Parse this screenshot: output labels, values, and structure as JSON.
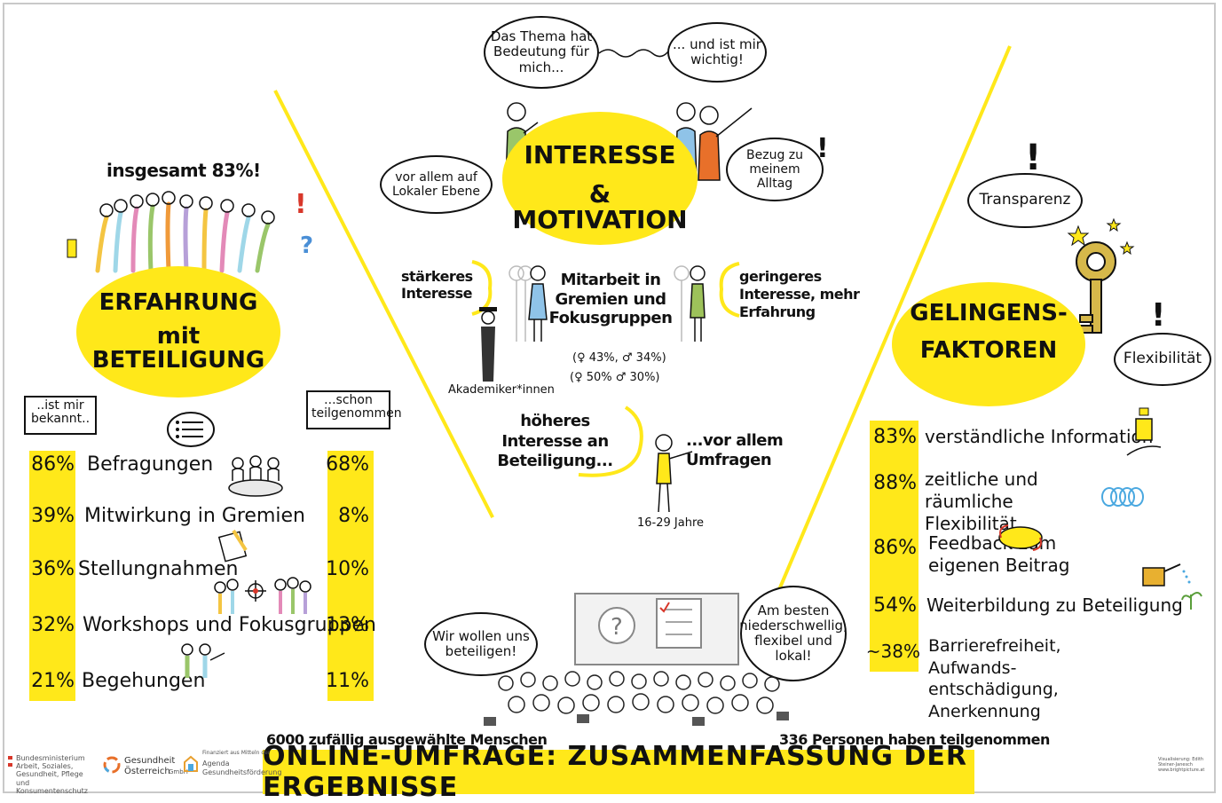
{
  "colors": {
    "yellow": "#ffe81a",
    "ink": "#111111",
    "orange": "#e8702a",
    "blue": "#8fc3e8",
    "green": "#9dc25a"
  },
  "left": {
    "overall": "insgesamt 83%!",
    "title_line1": "ERFAHRUNG",
    "title_line2": "mit BETEILIGUNG",
    "tag_left": "..ist mir bekannt..",
    "tag_right": "...schon teilgenommen",
    "rows": [
      {
        "pct_known": "86%",
        "label": "Befragungen",
        "pct_participated": "68%"
      },
      {
        "pct_known": "39%",
        "label": "Mitwirkung in Gremien",
        "pct_participated": "8%"
      },
      {
        "pct_known": "36%",
        "label": "Stellungnahmen",
        "pct_participated": "10%"
      },
      {
        "pct_known": "32%",
        "label": "Workshops und Fokusgruppen",
        "pct_participated": "13%"
      },
      {
        "pct_known": "21%",
        "label": "Begehungen",
        "pct_participated": "11%"
      }
    ]
  },
  "center": {
    "bubble_a": "Das Thema hat Bedeutung für mich...",
    "bubble_b": "... und ist mir wichtig!",
    "bubble_c": "vor allem auf Lokaler Ebene",
    "bubble_d": "Bezug zu meinem Alltag",
    "title_line1": "INTERESSE",
    "title_line2": "& MOTIVATION",
    "stronger": "stärkeres Interesse",
    "work": "Mitarbeit in Gremien und Fokusgruppen",
    "stats1": "(♀ 43%, ♂ 34%)",
    "stats2": "(♀ 50% ♂ 30%)",
    "lesser": "geringeres Interesse, mehr Erfahrung",
    "academics": "Akademiker*innen",
    "higher": "höheres Interesse an Beteiligung...",
    "surveys": "...vor allem Umfragen",
    "age": "16-29 Jahre"
  },
  "right": {
    "transparency": "Transparenz",
    "flexibility": "Flexibilität",
    "title_line1": "GELINGENS-",
    "title_line2": "FAKTOREN",
    "rows": [
      {
        "pct": "83%",
        "label": "verständliche Information"
      },
      {
        "pct": "88%",
        "label": "zeitliche und räumliche Flexibilität"
      },
      {
        "pct": "86%",
        "label": "Feedback zum eigenen Beitrag"
      },
      {
        "pct": "54%",
        "label": "Weiterbildung zu Beteiligung"
      },
      {
        "pct": "~38%",
        "label": "Barrierefreiheit, Aufwands-entschädigung, Anerkennung"
      }
    ]
  },
  "bottom": {
    "bubble_left": "Wir wollen uns beteiligen!",
    "bubble_right": "Am besten niederschwellig, flexibel und lokal!",
    "sample": "6000 zufällig ausgewählte Menschen",
    "participants": "336 Personen haben teilgenommen",
    "headline": "ONLINE-UMFRAGE: ZUSAMMENFASSUNG DER ERGEBNISSE"
  },
  "logos": {
    "ministry": "Bundesministerium Arbeit, Soziales, Gesundheit, Pflege und Konsumentenschutz",
    "goeg_1": "Gesundheit",
    "goeg_2": "Österreich",
    "goeg_3": "GmbH",
    "agenda_small": "Finanziert aus Mitteln der",
    "agenda_1": "Agenda",
    "agenda_2": "Gesundheitsförderung",
    "credit": "Visualisierung: Edith Steiner-Janesch www.brightpicture.at"
  }
}
